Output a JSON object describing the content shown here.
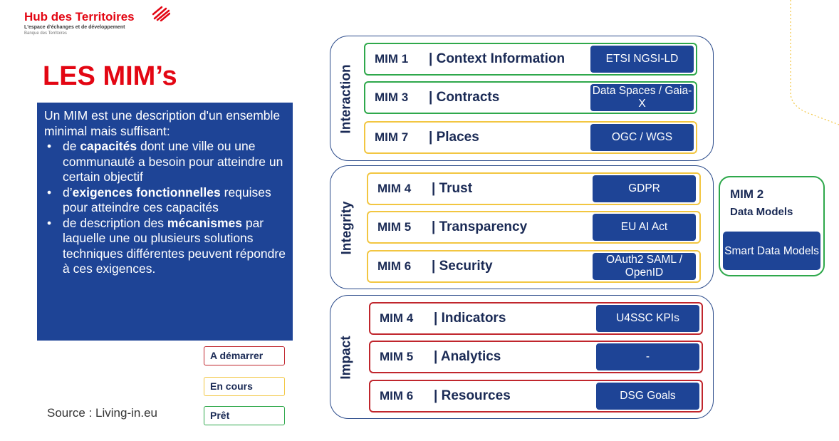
{
  "logo": {
    "name": "Hub des Territoires",
    "tagline": "L'espace d'échanges et de développement",
    "subtitle": "Banque des Territoires"
  },
  "title": "LES MIM’s",
  "description": {
    "intro": "Un MIM est une description d'un ensemble minimal mais suffisant:",
    "bullets": [
      {
        "prefix": "de ",
        "bold": "capacités",
        "suffix": " dont une ville ou une communauté a besoin pour atteindre un certain objectif"
      },
      {
        "prefix": "d’",
        "bold": "exigences fonctionnelles",
        "suffix": " requises pour atteindre ces capacités"
      },
      {
        "prefix": "de description des ",
        "bold": "mécanismes",
        "suffix": " par laquelle une ou plusieurs solutions techniques différentes peuvent répondre à ces exigences."
      }
    ]
  },
  "source": "Source : Living-in.eu",
  "legend": [
    {
      "label": "A démarrer",
      "color": "#c0262d"
    },
    {
      "label": "En cours",
      "color": "#f2c641"
    },
    {
      "label": "Prêt",
      "color": "#2ea84b"
    }
  ],
  "groups": [
    {
      "label": "Interaction",
      "rows": [
        {
          "mim": "MIM 1",
          "name": "| Context Information",
          "standard": "ETSI NGSI-LD",
          "status_color": "#2ea84b"
        },
        {
          "mim": "MIM 3",
          "name": "| Contracts",
          "standard": "Data Spaces / Gaia-X",
          "status_color": "#2ea84b"
        },
        {
          "mim": "MIM 7",
          "name": "| Places",
          "standard": "OGC / WGS",
          "status_color": "#f2c641"
        }
      ]
    },
    {
      "label": "Integrity",
      "rows": [
        {
          "mim": "MIM 4",
          "name": "| Trust",
          "standard": "GDPR",
          "status_color": "#f2c641"
        },
        {
          "mim": "MIM 5",
          "name": "| Transparency",
          "standard": "EU AI Act",
          "status_color": "#f2c641"
        },
        {
          "mim": "MIM 6",
          "name": "| Security",
          "standard": "OAuth2 SAML / OpenID",
          "status_color": "#f2c641"
        }
      ]
    },
    {
      "label": "Impact",
      "rows": [
        {
          "mim": "MIM 4",
          "name": "| Indicators",
          "standard": "U4SSC KPIs",
          "status_color": "#c0262d"
        },
        {
          "mim": "MIM 5",
          "name": "| Analytics",
          "standard": "-",
          "status_color": "#c0262d"
        },
        {
          "mim": "MIM 6",
          "name": "| Resources",
          "standard": "DSG Goals",
          "status_color": "#c0262d"
        }
      ]
    }
  ],
  "mim2": {
    "number": "MIM 2",
    "title": "Data Models",
    "standard": "Smart Data Models",
    "status_color": "#2ea84b"
  },
  "colors": {
    "brand_red": "#e30613",
    "navy": "#1e4496",
    "group_border": "#2a4a8a"
  }
}
